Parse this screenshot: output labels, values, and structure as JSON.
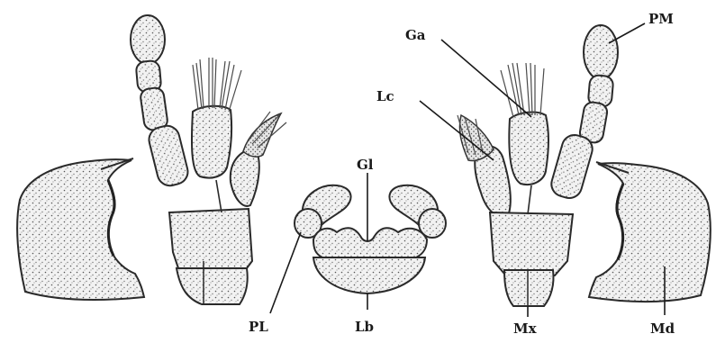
{
  "figure": {
    "labels": {
      "ga": "Ga",
      "lc": "Lc",
      "pm": "PM",
      "gl": "Gl",
      "pl": "PL",
      "lb": "Lb",
      "mx": "Mx",
      "md": "Md"
    },
    "colors": {
      "ink": "#1a1a1a",
      "fill": "#efefef",
      "background": "#ffffff"
    }
  }
}
